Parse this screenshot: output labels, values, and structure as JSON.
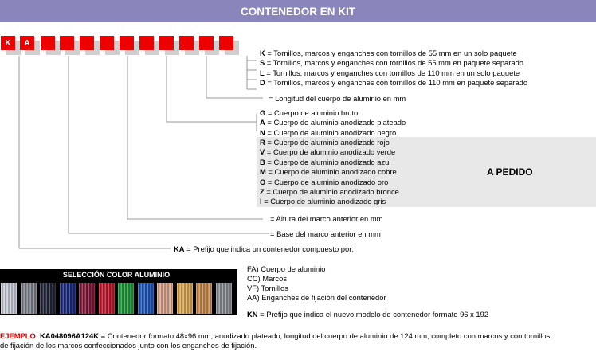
{
  "header": {
    "title": "CONTENEDOR EN KIT"
  },
  "code": {
    "boxes": [
      {
        "label": "K"
      },
      {
        "label": "A"
      },
      {
        "label": ""
      },
      {
        "label": ""
      },
      {
        "label": ""
      },
      {
        "label": ""
      },
      {
        "label": ""
      },
      {
        "label": ""
      },
      {
        "label": ""
      },
      {
        "label": ""
      },
      {
        "label": ""
      },
      {
        "label": ""
      }
    ]
  },
  "fixing_options": [
    {
      "code": "K",
      "eq": " = ",
      "text": "Tornillos, marcos y enganches con tornillos de 55 mm en un solo paquete"
    },
    {
      "code": "S",
      "eq": " = ",
      "text": "Tornillos, marcos y enganches con tornillos de 55 mm en paquete separado"
    },
    {
      "code": "L",
      "eq": " = ",
      "text": "Tornillos, marcos y enganches con tornillos de 110 mm en un solo paquete"
    },
    {
      "code": "D",
      "eq": " = ",
      "text": "Tornillos, marcos y enganches con tornillos de 110 mm en paquete separado"
    }
  ],
  "length_note": "= Longitud del cuerpo de aluminio en mm",
  "finish_options": [
    {
      "code": "G",
      "eq": " = ",
      "text": "Cuerpo de aluminio bruto"
    },
    {
      "code": "A",
      "eq": " = ",
      "text": "Cuerpo de aluminio anodizado plateado"
    },
    {
      "code": "N",
      "eq": " = ",
      "text": "Cuerpo de aluminio anodizado negro"
    }
  ],
  "on_request_options": [
    {
      "code": "R",
      "eq": " = ",
      "text": "Cuerpo de aluminio anodizado rojo"
    },
    {
      "code": "V",
      "eq": " = ",
      "text": "Cuerpo de aluminio anodizado verde"
    },
    {
      "code": "B",
      "eq": " = ",
      "text": "Cuerpo de aluminio anodizado azul"
    },
    {
      "code": "M",
      "eq": " = ",
      "text": "Cuerpo de aluminio anodizado cobre"
    },
    {
      "code": "O",
      "eq": " = ",
      "text": "Cuerpo de aluminio anodizado oro"
    },
    {
      "code": "Z",
      "eq": " = ",
      "text": "Cuerpo de aluminio anodizado bronce"
    },
    {
      "code": "I",
      "eq": " = ",
      "text": "Cuerpo de aluminio anodizado gris"
    }
  ],
  "on_request_label": "A PEDIDO",
  "height_note": "= Altura del marco anterior en mm",
  "base_note": "= Base del marco anterior en mm",
  "prefix_ka": {
    "code": "KA",
    "text": " = Prefijo que indica un contenedor compuesto por:"
  },
  "swatch_panel": {
    "title": "SELECCIÓN COLOR ALUMINIO",
    "colors": [
      "#c8cbd6",
      "#7b7f88",
      "#222438",
      "#1c2a78",
      "#7b1a3a",
      "#c2162a",
      "#1d9a3a",
      "#2257b3",
      "#d6a48e",
      "#d9a64d",
      "#c78a4a",
      "#8a8e94"
    ]
  },
  "components": [
    "FA) Cuerpo de aluminio",
    "CC) Marcos",
    "VF) Tornillos",
    "AA) Enganches de fijación del contenedor"
  ],
  "prefix_kn": {
    "code": "KN",
    "text": " = Prefijo que indica el nuevo modelo de contenedor formato 96 x 192"
  },
  "example": {
    "label": "EJEMPLO",
    "sep": ": ",
    "code": "KA048096A124K =",
    "line1": " Contenedor formato 48x96 mm, anodizado plateado, longitud del cuerpo de  aluminio de 124 mm, completo con marcos y con tornillos",
    "line2": "de fijación de los marcos confeccionados junto con los enganches de fijación."
  },
  "colors": {
    "header_bg": "#8a86bc",
    "box_red": "#ee0000",
    "accent_red": "#dd0000",
    "on_request_bg": "#e8e8e8"
  }
}
